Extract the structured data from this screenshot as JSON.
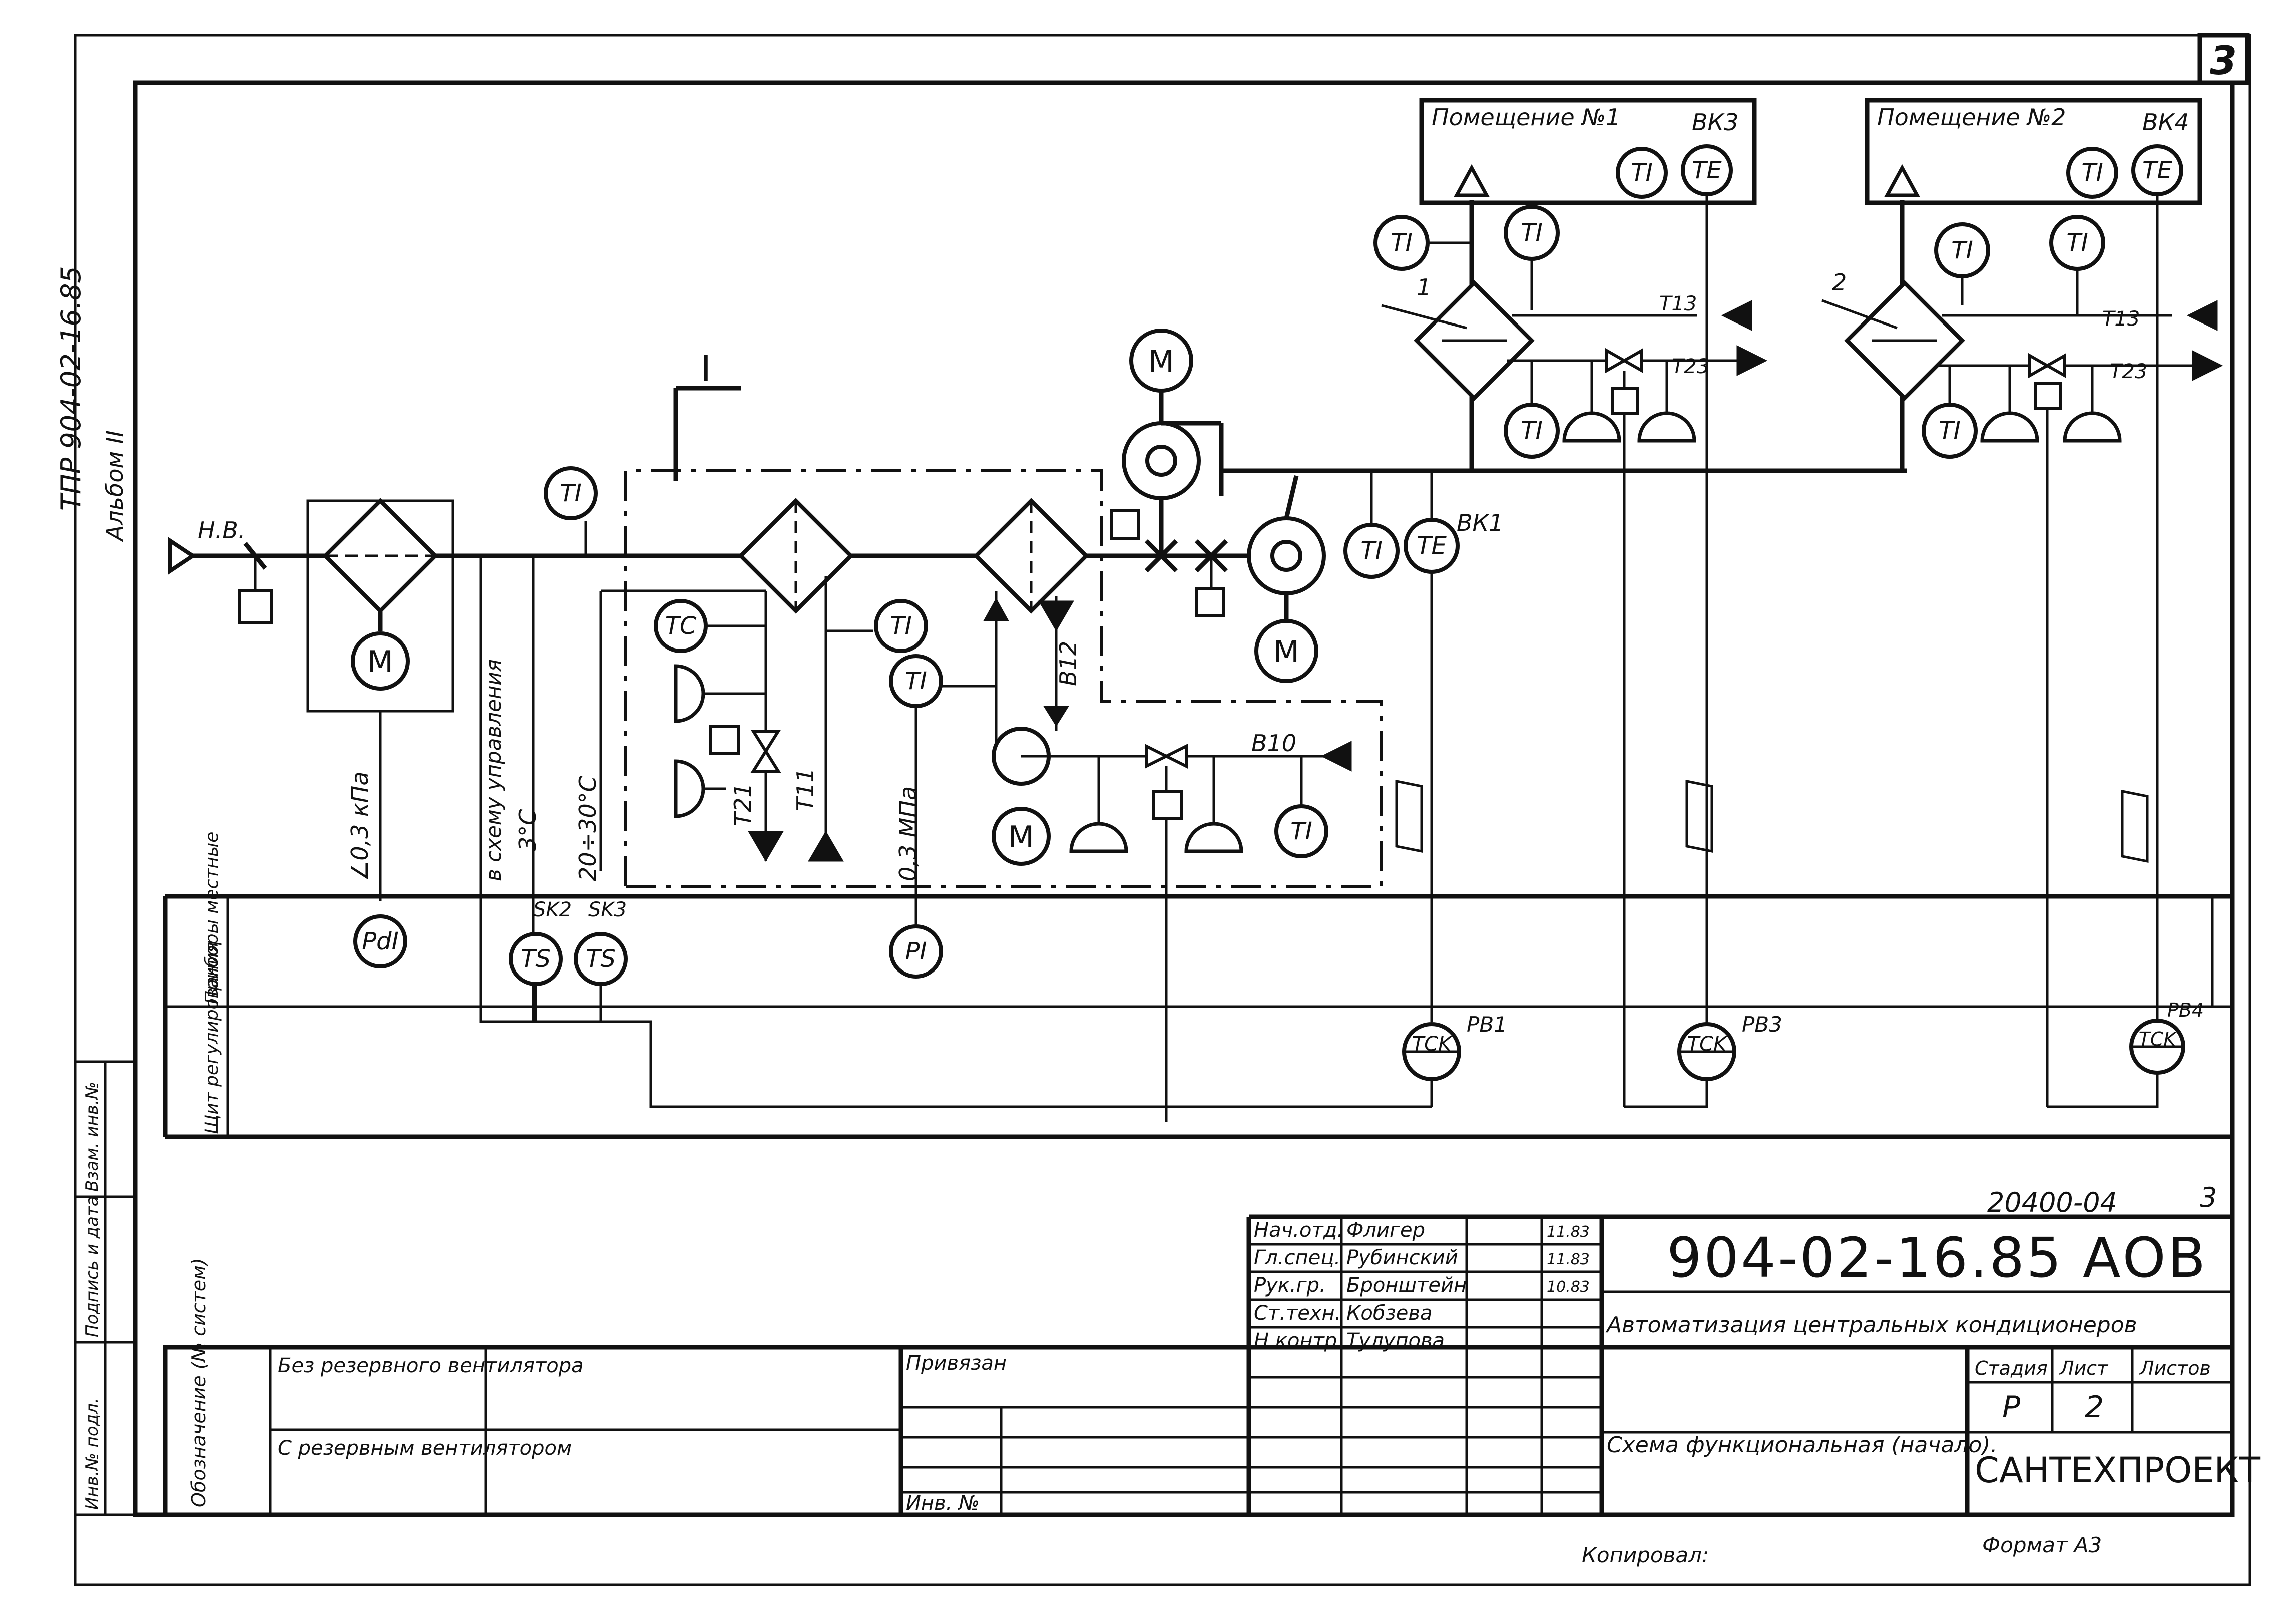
{
  "sheet_number": "3",
  "side_stamp": {
    "project": "ТПР 904-02-16.85",
    "album": "Альбом II"
  },
  "left_stamp": [
    "Инв.№ подл.",
    "Подпись и дата",
    "Взам. инв.№"
  ],
  "diagram": {
    "section_mark": "I",
    "rooms": [
      {
        "title": "Помещение №1",
        "code": "ВК3"
      },
      {
        "title": "Помещение №2",
        "code": "ВК4"
      }
    ],
    "labels": {
      "outdoor_air": "Н.В.",
      "motor": "М",
      "heater_1": "1",
      "heater_2": "2",
      "bk1": "ВК1",
      "pb1": "РВ1",
      "pb3": "РВ3",
      "pb4": "РВ4",
      "sk2": "SK2",
      "sk3": "SK3",
      "pressure": "∠0,3 кПа",
      "pressure_mpa": "0,3 МПа",
      "temp_range": "20÷30°С",
      "temp_3": "3°С",
      "to_control": "в схему управления",
      "t13_a": "Т13",
      "t23_a": "Т23",
      "t13_b": "Т13",
      "t23_b": "Т23",
      "t21": "Т21",
      "t11": "Т11",
      "b10": "В10",
      "b12": "В12"
    },
    "instruments": {
      "ti": "TI",
      "te": "TE",
      "ts": "TS",
      "tk": "TCK",
      "pi": "PI",
      "pdi": "PdI",
      "tc": "TC"
    },
    "rows": {
      "local": "Приборы местные",
      "panel": "Щит регулирования"
    }
  },
  "legend": {
    "header": "Обозначение (№ систем)",
    "items": [
      "Без резервного вентилятора",
      "С резервным вентилятором"
    ]
  },
  "binding": {
    "privyazan": "Привязан",
    "inv": "Инв. №"
  },
  "title_block": {
    "archive": "20400-04",
    "sheet_corner": "3",
    "code": "904-02-16.85 АОВ",
    "project": "Автоматизация центральных кондиционеров",
    "doc": "Схема функциональная (начало).",
    "org": "САНТЕХПРОЕКТ",
    "stage_h": "Стадия",
    "sheet_h": "Лист",
    "sheets_h": "Листов",
    "stage": "Р",
    "sheet": "2",
    "people": [
      {
        "role": "Нач.отд.",
        "name": "Флигер",
        "date": "11.83"
      },
      {
        "role": "Гл.спец.",
        "name": "Рубинский",
        "date": "11.83"
      },
      {
        "role": "Рук.гр.",
        "name": "Бронштейн",
        "date": "10.83"
      },
      {
        "role": "Ст.техн.",
        "name": "Кобзева",
        "date": ""
      },
      {
        "role": "Н.контр.",
        "name": "Тулупова",
        "date": ""
      }
    ]
  },
  "footer": {
    "copied": "Копировал:",
    "format": "Формат А3"
  }
}
